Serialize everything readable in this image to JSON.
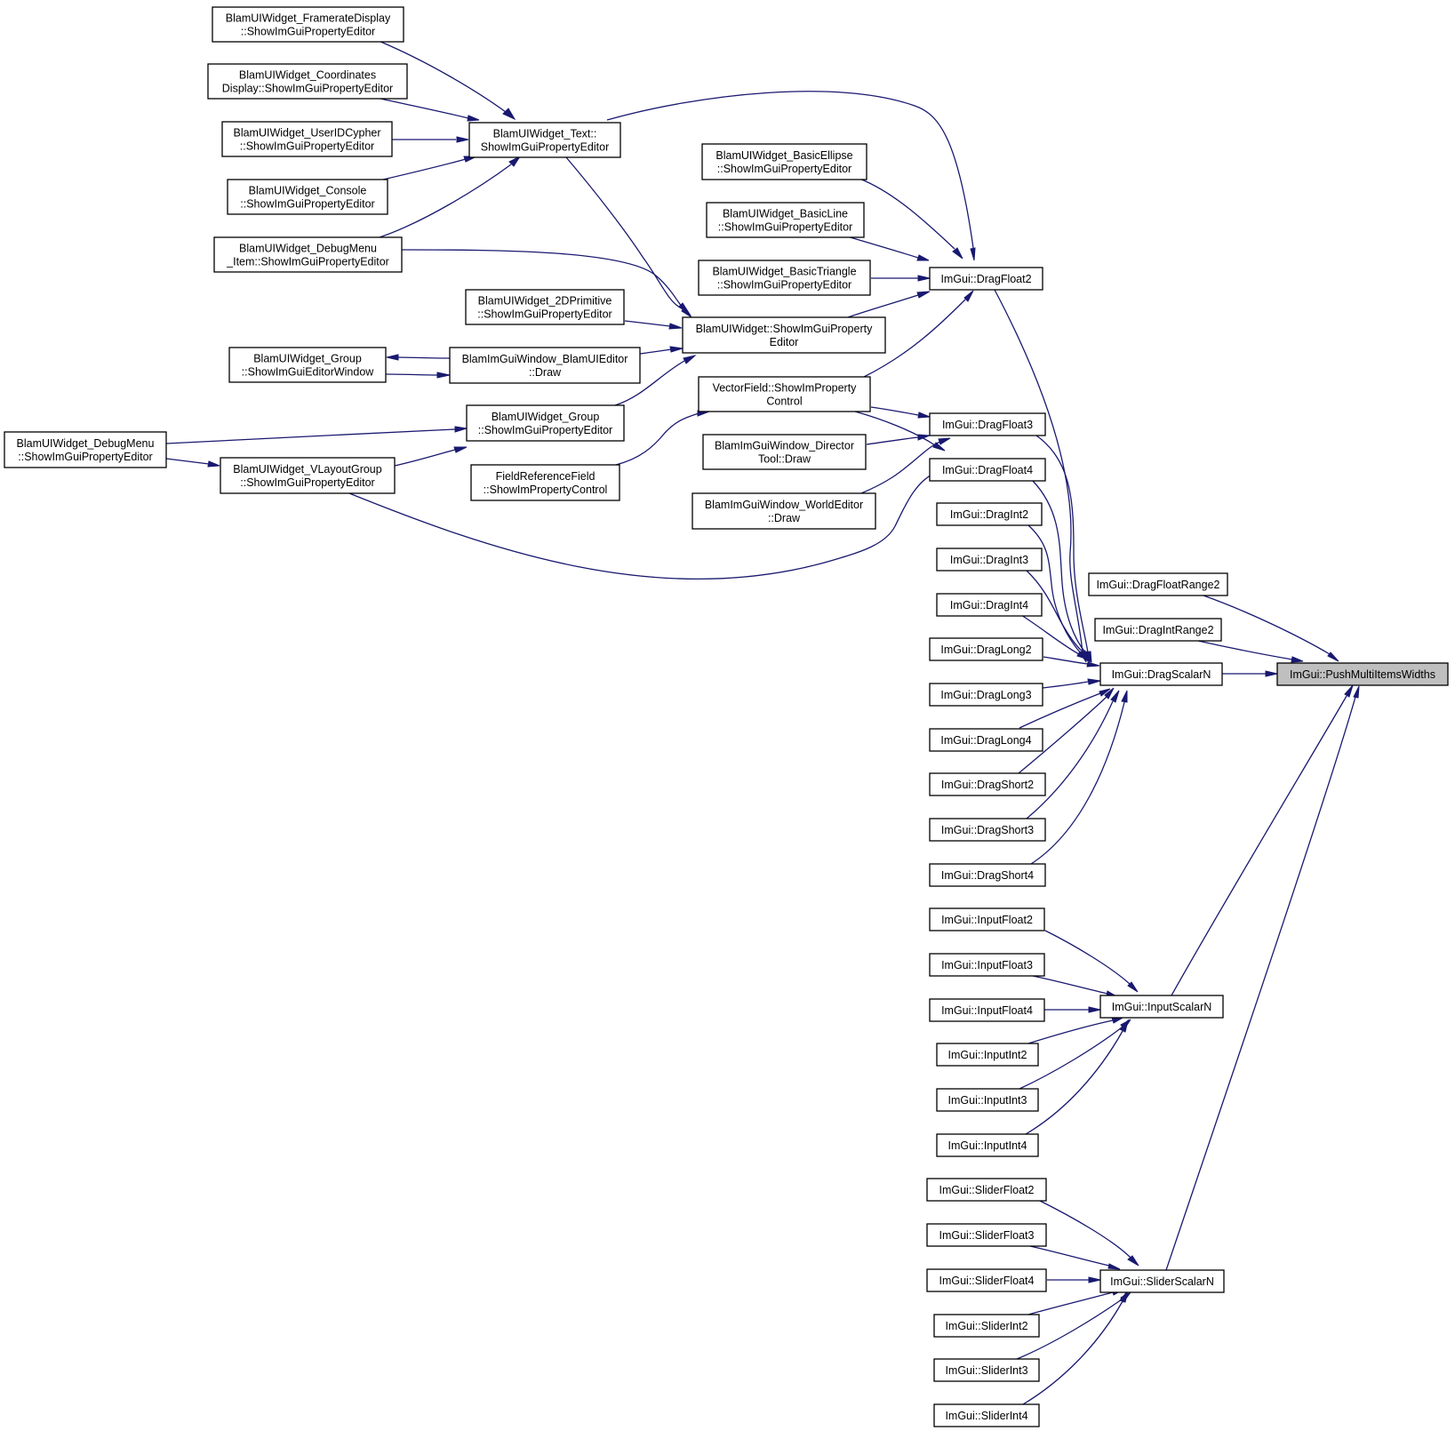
{
  "graph": {
    "nodes": [
      {
        "id": "pmiw",
        "lines": [
          "ImGui::PushMultiItemsWidths"
        ],
        "highlight": true
      },
      {
        "id": "dfr2",
        "lines": [
          "ImGui::DragFloatRange2"
        ]
      },
      {
        "id": "dir2",
        "lines": [
          "ImGui::DragIntRange2"
        ]
      },
      {
        "id": "dsn",
        "lines": [
          "ImGui::DragScalarN"
        ]
      },
      {
        "id": "isn",
        "lines": [
          "ImGui::InputScalarN"
        ]
      },
      {
        "id": "ssn",
        "lines": [
          "ImGui::SliderScalarN"
        ]
      },
      {
        "id": "df2",
        "lines": [
          "ImGui::DragFloat2"
        ]
      },
      {
        "id": "df3",
        "lines": [
          "ImGui::DragFloat3"
        ]
      },
      {
        "id": "df4",
        "lines": [
          "ImGui::DragFloat4"
        ]
      },
      {
        "id": "di2",
        "lines": [
          "ImGui::DragInt2"
        ]
      },
      {
        "id": "di3",
        "lines": [
          "ImGui::DragInt3"
        ]
      },
      {
        "id": "di4",
        "lines": [
          "ImGui::DragInt4"
        ]
      },
      {
        "id": "dl2",
        "lines": [
          "ImGui::DragLong2"
        ]
      },
      {
        "id": "dl3",
        "lines": [
          "ImGui::DragLong3"
        ]
      },
      {
        "id": "dl4",
        "lines": [
          "ImGui::DragLong4"
        ]
      },
      {
        "id": "ds2",
        "lines": [
          "ImGui::DragShort2"
        ]
      },
      {
        "id": "ds3",
        "lines": [
          "ImGui::DragShort3"
        ]
      },
      {
        "id": "ds4",
        "lines": [
          "ImGui::DragShort4"
        ]
      },
      {
        "id": "if2",
        "lines": [
          "ImGui::InputFloat2"
        ]
      },
      {
        "id": "if3",
        "lines": [
          "ImGui::InputFloat3"
        ]
      },
      {
        "id": "if4",
        "lines": [
          "ImGui::InputFloat4"
        ]
      },
      {
        "id": "ii2",
        "lines": [
          "ImGui::InputInt2"
        ]
      },
      {
        "id": "ii3",
        "lines": [
          "ImGui::InputInt3"
        ]
      },
      {
        "id": "ii4",
        "lines": [
          "ImGui::InputInt4"
        ]
      },
      {
        "id": "sf2",
        "lines": [
          "ImGui::SliderFloat2"
        ]
      },
      {
        "id": "sf3",
        "lines": [
          "ImGui::SliderFloat3"
        ]
      },
      {
        "id": "sf4",
        "lines": [
          "ImGui::SliderFloat4"
        ]
      },
      {
        "id": "si2",
        "lines": [
          "ImGui::SliderInt2"
        ]
      },
      {
        "id": "si3",
        "lines": [
          "ImGui::SliderInt3"
        ]
      },
      {
        "id": "si4",
        "lines": [
          "ImGui::SliderInt4"
        ]
      },
      {
        "id": "ellipse",
        "lines": [
          "BlamUIWidget_BasicEllipse",
          "::ShowImGuiPropertyEditor"
        ]
      },
      {
        "id": "line",
        "lines": [
          "BlamUIWidget_BasicLine",
          "::ShowImGuiPropertyEditor"
        ]
      },
      {
        "id": "tri",
        "lines": [
          "BlamUIWidget_BasicTriangle",
          "::ShowImGuiPropertyEditor"
        ]
      },
      {
        "id": "uiw",
        "lines": [
          "BlamUIWidget::ShowImGuiProperty",
          "Editor"
        ]
      },
      {
        "id": "vf",
        "lines": [
          "VectorField::ShowImProperty",
          "Control"
        ]
      },
      {
        "id": "dir",
        "lines": [
          "BlamImGuiWindow_Director",
          "Tool::Draw"
        ]
      },
      {
        "id": "world",
        "lines": [
          "BlamImGuiWindow_WorldEditor",
          "::Draw"
        ]
      },
      {
        "id": "frf",
        "lines": [
          "FieldReferenceField",
          "::ShowImPropertyControl"
        ]
      },
      {
        "id": "text",
        "lines": [
          "BlamUIWidget_Text::",
          "ShowImGuiPropertyEditor"
        ]
      },
      {
        "id": "prim",
        "lines": [
          "BlamUIWidget_2DPrimitive",
          "::ShowImGuiPropertyEditor"
        ]
      },
      {
        "id": "uied",
        "lines": [
          "BlamImGuiWindow_BlamUIEditor",
          "::Draw"
        ]
      },
      {
        "id": "grp",
        "lines": [
          "BlamUIWidget_Group",
          "::ShowImGuiPropertyEditor"
        ]
      },
      {
        "id": "fps",
        "lines": [
          "BlamUIWidget_FramerateDisplay",
          "::ShowImGuiPropertyEditor"
        ]
      },
      {
        "id": "coord",
        "lines": [
          "BlamUIWidget_Coordinates",
          "Display::ShowImGuiPropertyEditor"
        ]
      },
      {
        "id": "uid",
        "lines": [
          "BlamUIWidget_UserIDCypher",
          "::ShowImGuiPropertyEditor"
        ]
      },
      {
        "id": "console",
        "lines": [
          "BlamUIWidget_Console",
          "::ShowImGuiPropertyEditor"
        ]
      },
      {
        "id": "dmi",
        "lines": [
          "BlamUIWidget_DebugMenu",
          "_Item::ShowImGuiPropertyEditor"
        ]
      },
      {
        "id": "grpwin",
        "lines": [
          "BlamUIWidget_Group",
          "::ShowImGuiEditorWindow"
        ]
      },
      {
        "id": "vlg",
        "lines": [
          "BlamUIWidget_VLayoutGroup",
          "::ShowImGuiPropertyEditor"
        ]
      },
      {
        "id": "dm",
        "lines": [
          "BlamUIWidget_DebugMenu",
          "::ShowImGuiPropertyEditor"
        ]
      }
    ]
  }
}
